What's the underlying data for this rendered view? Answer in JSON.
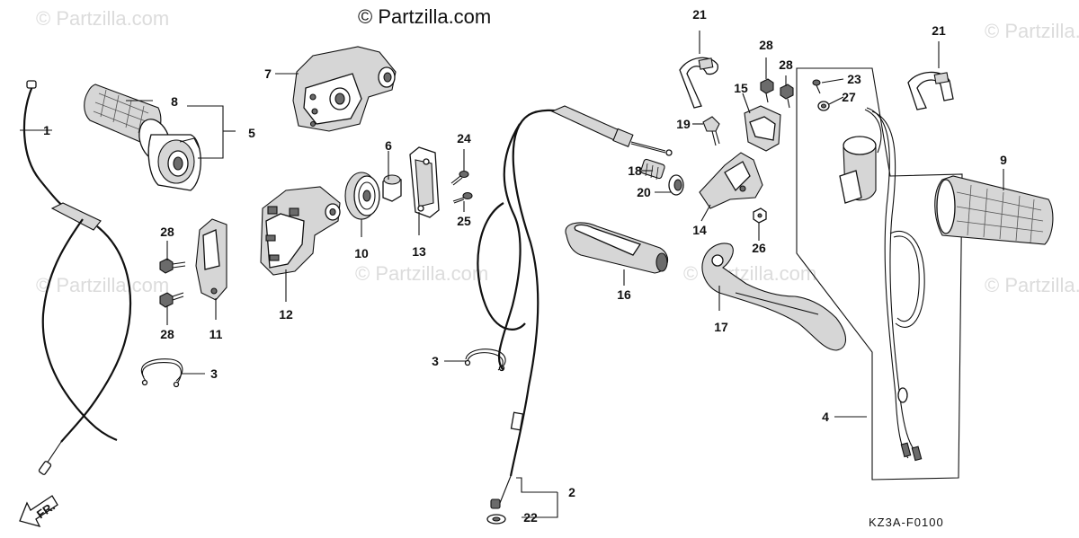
{
  "watermark": {
    "main": "© Partzilla.com",
    "faded": "© Partzilla.com"
  },
  "diagram_code": "KZ3A-F0100",
  "direction_label": "FR.",
  "callouts": {
    "p1": "1",
    "p2": "2",
    "p3a": "3",
    "p3b": "3",
    "p4": "4",
    "p5": "5",
    "p6": "6",
    "p7": "7",
    "p8": "8",
    "p9": "9",
    "p10": "10",
    "p11": "11",
    "p12": "12",
    "p13": "13",
    "p14": "14",
    "p15": "15",
    "p16": "16",
    "p17": "17",
    "p18": "18",
    "p19": "19",
    "p20": "20",
    "p21a": "21",
    "p21b": "21",
    "p22": "22",
    "p23": "23",
    "p24": "24",
    "p25": "25",
    "p26": "26",
    "p27": "27",
    "p28a": "28",
    "p28b": "28",
    "p28c": "28",
    "p28d": "28"
  }
}
